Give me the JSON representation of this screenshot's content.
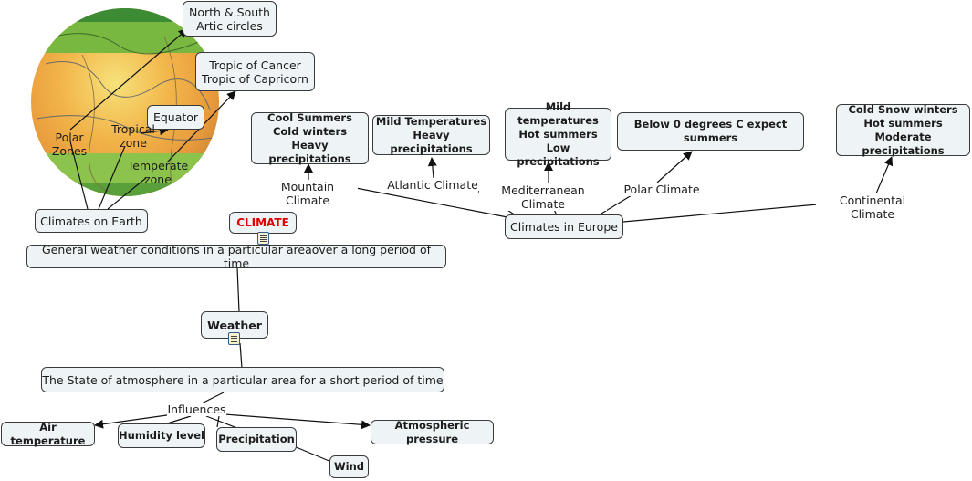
{
  "concepts": {
    "north_south": "North & South\nArtic circles",
    "tropics": "Tropic of Cancer\nTropic of Capricorn",
    "equator": "Equator",
    "polar_zones": "Polar Zones",
    "tropical_zone": "Tropical\nzone",
    "temperate_zone": "Temperate\nzone",
    "climates_on_earth": "Climates on Earth",
    "climate": "CLIMATE",
    "climate_def": "General weather conditions  in a particular areaover a long period of time",
    "weather": "Weather",
    "weather_def": "The State of atmosphere in a particular area for a short period of time",
    "influences": "Influences",
    "air_temperature": "Air temperature",
    "humidity": "Humidity level",
    "precipitation": "Precipitation",
    "wind": "Wind",
    "atm_pressure": "Atmospheric pressure",
    "climates_europe": "Climates in Europe",
    "mountain": "Mountain Climate",
    "atlantic": "Atlantic Climate",
    "mediterranean": "Mediterranean Climate",
    "polar": "Polar Climate",
    "continental": "Continental Climate",
    "mountain_desc": "Cool Summers\nCold winters\nHeavy precipitations",
    "atlantic_desc": "Mild Temperatures\nHeavy precipitations",
    "mediterranean_desc": "Mild temperatures\nHot summers\nLow precipitations",
    "polar_desc": "Below 0 degrees C expect summers",
    "continental_desc": "Cold Snow winters\nHot summers\nModerate precipitations"
  },
  "colors": {
    "title": "#e00000",
    "box_fill": "#eef3f5",
    "line": "#111111"
  },
  "icons": [
    "globe-image",
    "note-icon"
  ]
}
